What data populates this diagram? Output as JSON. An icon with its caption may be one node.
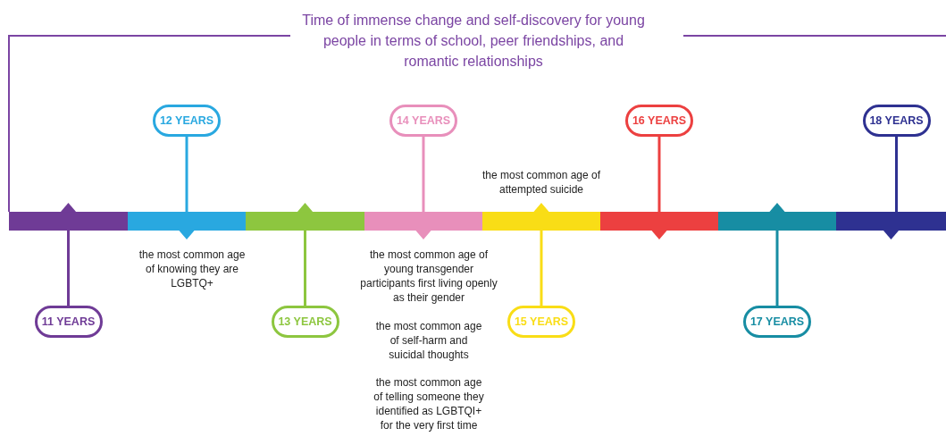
{
  "diagram": {
    "title": "Time of immense change and self-discovery for young people in terms of school, peer friendships, and romantic relationships",
    "nodes": [
      {
        "text": [],
        "shape": "bar"
      },
      {
        "text": [],
        "shape": "bar",
        "beside": [
          "the most common age of knowing they are LGBTQ+"
        ]
      },
      {
        "text": [],
        "shape": "bar"
      },
      {
        "text": [],
        "shape": "bar"
      },
      {
        "text": [],
        "shape": "bar",
        "beside": [
          "the most common age of attempted suicide"
        ]
      },
      {
        "text": [],
        "shape": "bar"
      },
      {
        "text": [],
        "shape": "bar"
      },
      {
        "text": [],
        "shape": "bar"
      },
      {
        "text": [
          "11 YEARS"
        ]
      },
      {
        "text": [
          "12 YEARS"
        ]
      },
      {
        "text": [
          "13 YEARS"
        ]
      },
      {
        "text": [
          "14 YEARS"
        ]
      },
      {
        "text": [
          "15 YEARS"
        ]
      },
      {
        "text": [
          "16 YEARS"
        ]
      },
      {
        "text": [
          "17 YEARS"
        ]
      },
      {
        "text": [
          "18 YEARS"
        ]
      }
    ],
    "edges": [
      {
        "from": 8,
        "to": 0,
        "arrow": "none",
        "color": "#6f3b96"
      },
      {
        "from": 9,
        "to": 1,
        "arrow": "none",
        "color": "#29a8e0"
      },
      {
        "from": 10,
        "to": 2,
        "arrow": "none",
        "color": "#8dc63f"
      },
      {
        "from": 11,
        "to": 3,
        "arrow": "none",
        "color": "#e88fbb"
      },
      {
        "from": 12,
        "to": 4,
        "arrow": "none",
        "color": "#f9dd16"
      },
      {
        "from": 13,
        "to": 5,
        "arrow": "none",
        "color": "#ec4040"
      },
      {
        "from": 14,
        "to": 6,
        "arrow": "none",
        "color": "#178da3"
      },
      {
        "from": 15,
        "to": 7,
        "arrow": "none",
        "color": "#2e3191"
      }
    ],
    "labels": [
      "the most common age of young transgender participants first living openly as their gender",
      "the most common age of self-harm and suicidal thoughts",
      "the most common age of telling someone they identified as LGBTQI+ for the very first time"
    ]
  }
}
